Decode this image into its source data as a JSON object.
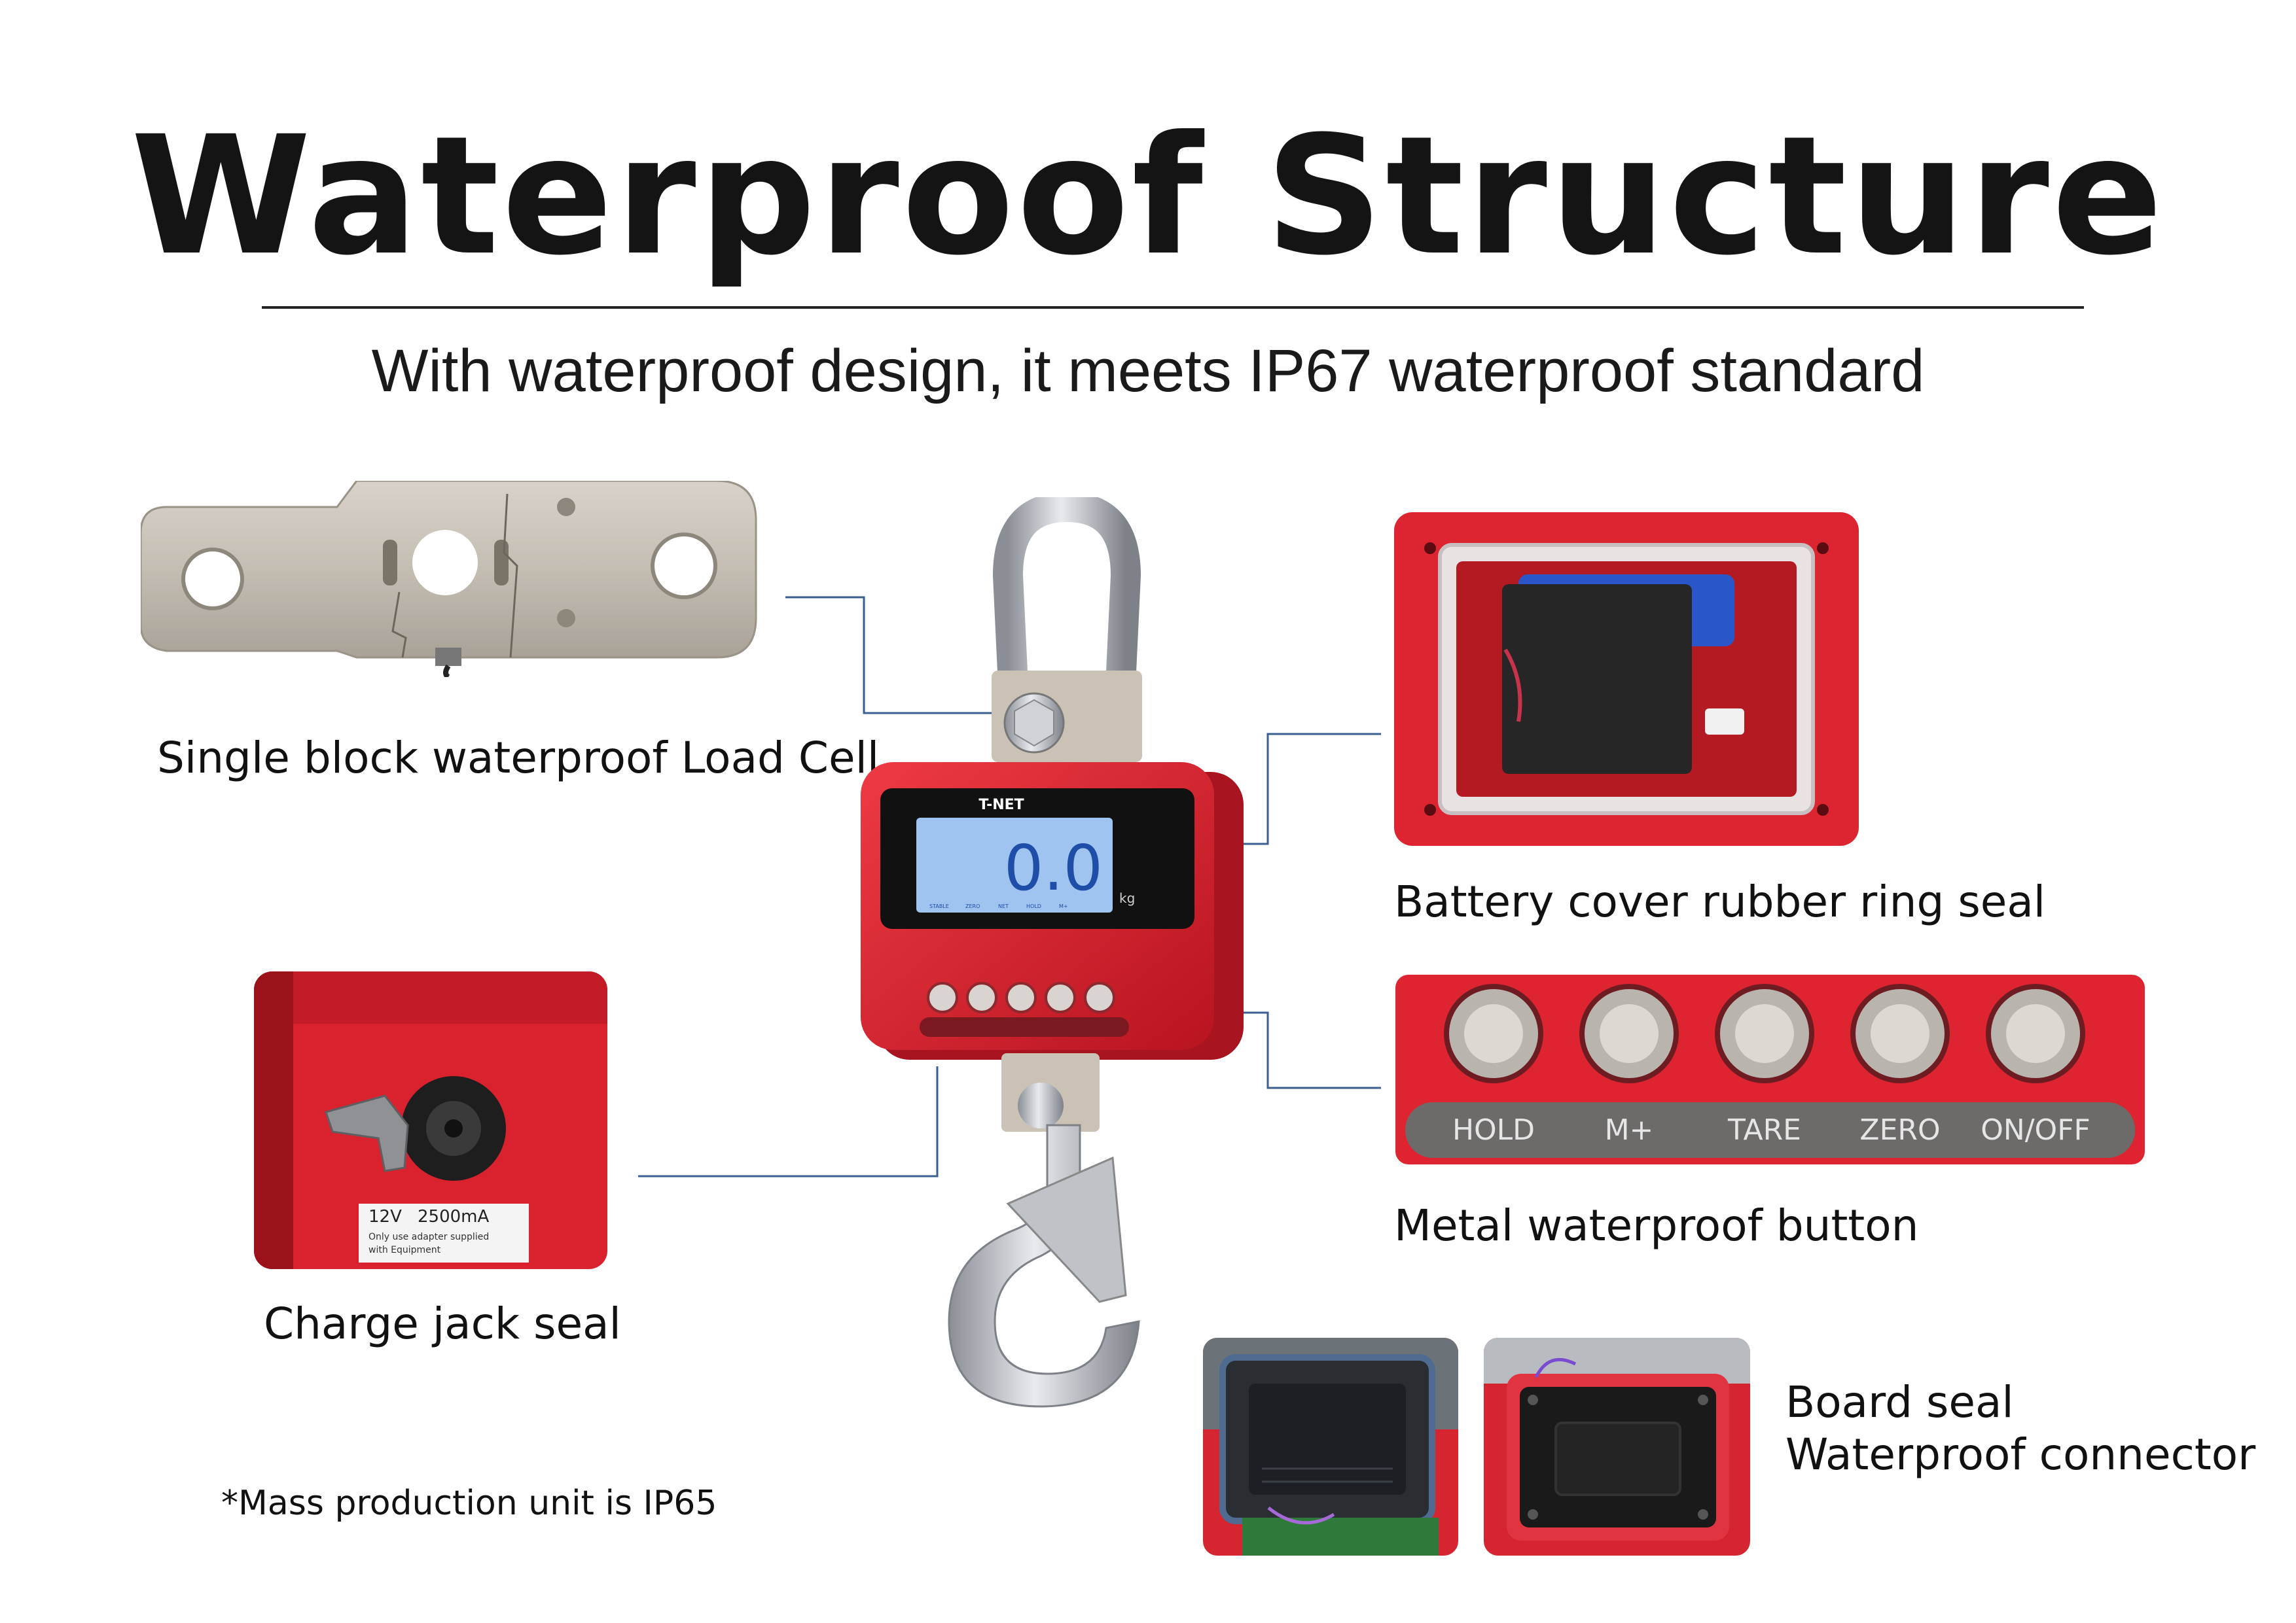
{
  "header": {
    "title": "Waterproof Structure",
    "subtitle": "With waterproof design, it meets IP67 waterproof standard"
  },
  "features": {
    "load_cell": "Single block waterproof Load Cell",
    "battery": "Battery cover rubber ring seal",
    "buttons": "Metal waterproof button",
    "charge_jack": "Charge jack seal",
    "board_seal_line1": "Board seal",
    "board_seal_line2": "Waterproof connector"
  },
  "scale": {
    "brand": "T-NET",
    "display_value": "0.0",
    "unit": "kg",
    "indicators": [
      "STABLE",
      "ZERO",
      "NET",
      "HOLD",
      "M+"
    ]
  },
  "button_panel": {
    "labels": [
      "HOLD",
      "M+",
      "TARE",
      "ZERO",
      "ON/OFF"
    ]
  },
  "charge_label": {
    "line1": "12V",
    "line2": "2500mA",
    "line3": "Only use adapter supplied",
    "line4": "with Equipment"
  },
  "footnote": "*Mass production unit is IP65",
  "colors": {
    "scale_red": "#d6202c",
    "panel_red": "#e1252f",
    "lcd_blue": "#9fc4f0",
    "connector_line": "#3b5f91"
  }
}
